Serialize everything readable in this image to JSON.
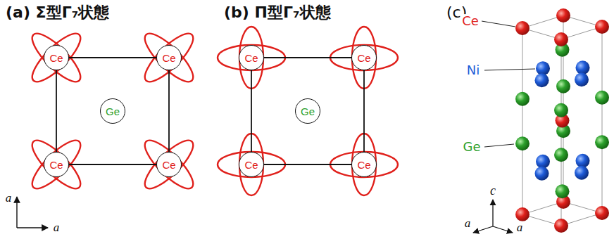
{
  "diagram": {
    "nodes": [
      {
        "text": [
          "Ce"
        ]
      },
      {
        "text": [
          "Ce"
        ]
      },
      {
        "text": [
          "Ge"
        ]
      },
      {
        "text": [
          "Ce"
        ]
      },
      {
        "text": [
          "Ce"
        ]
      },
      {
        "text": [
          "Ce"
        ]
      },
      {
        "text": [
          "Ce"
        ]
      },
      {
        "text": [
          "Ge"
        ]
      },
      {
        "text": [
          "Ce"
        ]
      },
      {
        "text": [
          "Ce"
        ]
      }
    ],
    "edges": [
      {
        "from": 0,
        "to": 1,
        "arrow": "none"
      },
      {
        "from": 0,
        "to": 3,
        "arrow": "none"
      },
      {
        "from": 1,
        "to": 4,
        "arrow": "none"
      },
      {
        "from": 3,
        "to": 4,
        "arrow": "none"
      },
      {
        "from": 5,
        "to": 6,
        "arrow": "none"
      },
      {
        "from": 5,
        "to": 8,
        "arrow": "none"
      },
      {
        "from": 6,
        "to": 9,
        "arrow": "none"
      },
      {
        "from": 8,
        "to": 9,
        "arrow": "none"
      }
    ],
    "labels": [
      "(a) Σ型Γ₇状態",
      "a",
      "a",
      "(b) Π型Γ₇状態",
      "(c)",
      "Ce",
      "Ni",
      "Ge",
      "c",
      "a",
      "a"
    ]
  }
}
